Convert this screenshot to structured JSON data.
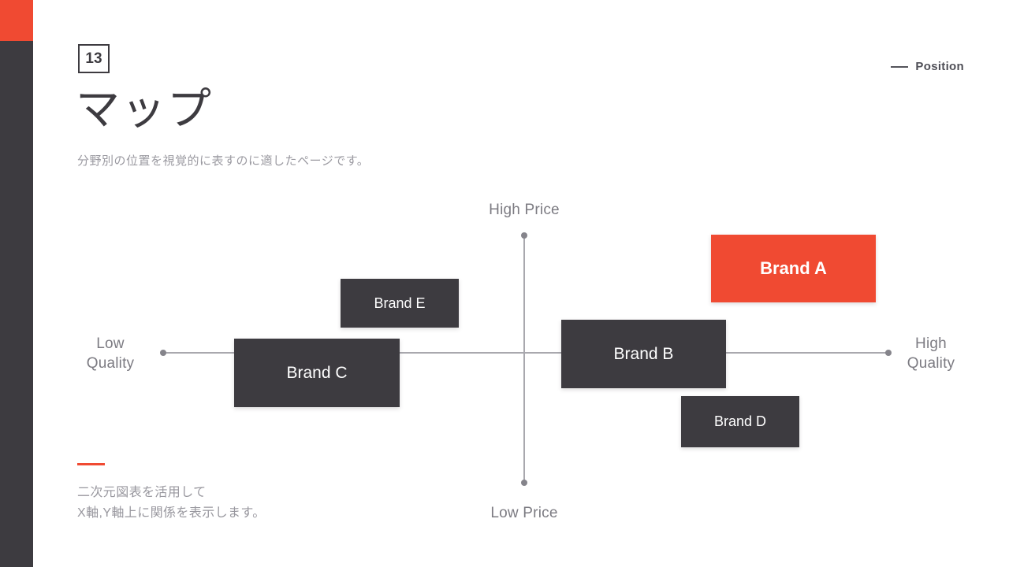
{
  "slide": {
    "page_number": "13",
    "title": "マップ",
    "subtitle": "分野別の位置を視覚的に表すのに適したページです。",
    "corner_tag_label": "Position",
    "footer_lines": [
      "二次元図表を活用して",
      "X軸,Y軸上に関係を表示します。"
    ]
  },
  "colors": {
    "accent": "#F04A32",
    "dark": "#3D3B40",
    "axis_line": "#A9A8AE",
    "axis_label_text": "#7C7B82",
    "muted_text": "#9B9AA1"
  },
  "map": {
    "y_axis": {
      "top_label": "High Price",
      "bottom_label": "Low Price"
    },
    "x_axis": {
      "left_label_lines": [
        "Low",
        "Quality"
      ],
      "right_label_lines": [
        "High",
        "Quality"
      ]
    },
    "brands": [
      {
        "label": "Brand A",
        "variant": "accent",
        "quadrant": "high-quality / high-price"
      },
      {
        "label": "Brand B",
        "variant": "dark",
        "quadrant": "center-right / on x-axis"
      },
      {
        "label": "Brand C",
        "variant": "dark",
        "quadrant": "low-quality / on x-axis"
      },
      {
        "label": "Brand D",
        "variant": "dark",
        "quadrant": "high-quality / low-price"
      },
      {
        "label": "Brand E",
        "variant": "dark",
        "quadrant": "low-quality / high-price"
      }
    ]
  }
}
